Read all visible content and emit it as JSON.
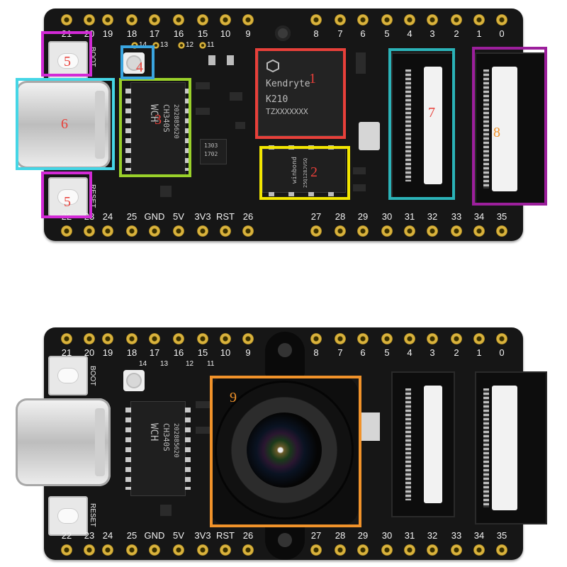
{
  "top_board": {
    "top_pins": [
      "21",
      "20",
      "19",
      "18",
      "17",
      "16",
      "15",
      "10",
      "9",
      "8",
      "7",
      "6",
      "5",
      "4",
      "3",
      "2",
      "1",
      "0"
    ],
    "bottom_pins": [
      "22",
      "23",
      "24",
      "25",
      "GND",
      "5V",
      "3V3",
      "RST",
      "26",
      "27",
      "28",
      "29",
      "30",
      "31",
      "32",
      "33",
      "34",
      "35"
    ],
    "small_pins": [
      "14",
      "13",
      "12",
      "11"
    ],
    "boot_label": "BOOT",
    "reset_label": "RESET",
    "main_chip": {
      "brand": "Kendryte",
      "model": "K210",
      "code": "TZXXXXXXX"
    },
    "usb_chip": {
      "brand": "WCH",
      "model": "CH340S",
      "code": "202885620"
    },
    "flash_chip": {
      "brand": "winbond",
      "code": "25Q128JVSQ"
    },
    "regulator": {
      "line1": "1303",
      "line2": "1702"
    },
    "markers": [
      {
        "num": "1",
        "color": "#e8403a"
      },
      {
        "num": "2",
        "color": "#f2e600"
      },
      {
        "num": "3",
        "color": "#9ad12a"
      },
      {
        "num": "4",
        "color": "#3aa5e0"
      },
      {
        "num": "5",
        "color": "#d22ad6"
      },
      {
        "num": "5",
        "color": "#d22ad6"
      },
      {
        "num": "6",
        "color": "#45d6e6"
      },
      {
        "num": "7",
        "color": "#2bb3b8"
      },
      {
        "num": "8",
        "color": "#9c1f9c"
      }
    ]
  },
  "bottom_board": {
    "top_pins": [
      "21",
      "20",
      "19",
      "18",
      "17",
      "16",
      "15",
      "10",
      "9",
      "8",
      "7",
      "6",
      "5",
      "4",
      "3",
      "2",
      "1",
      "0"
    ],
    "bottom_pins": [
      "22",
      "23",
      "24",
      "25",
      "GND",
      "5V",
      "3V3",
      "RST",
      "26",
      "27",
      "28",
      "29",
      "30",
      "31",
      "32",
      "33",
      "34",
      "35"
    ],
    "small_pins": [
      "14",
      "13",
      "12",
      "11"
    ],
    "boot_label": "BOOT",
    "reset_label": "RESET",
    "usb_chip": {
      "brand": "WCH",
      "model": "CH340S",
      "code": "202885620"
    },
    "marker": {
      "num": "9",
      "color": "#f0922a"
    }
  },
  "colors": {
    "board": "#161616",
    "pad": "#d9b23c"
  }
}
